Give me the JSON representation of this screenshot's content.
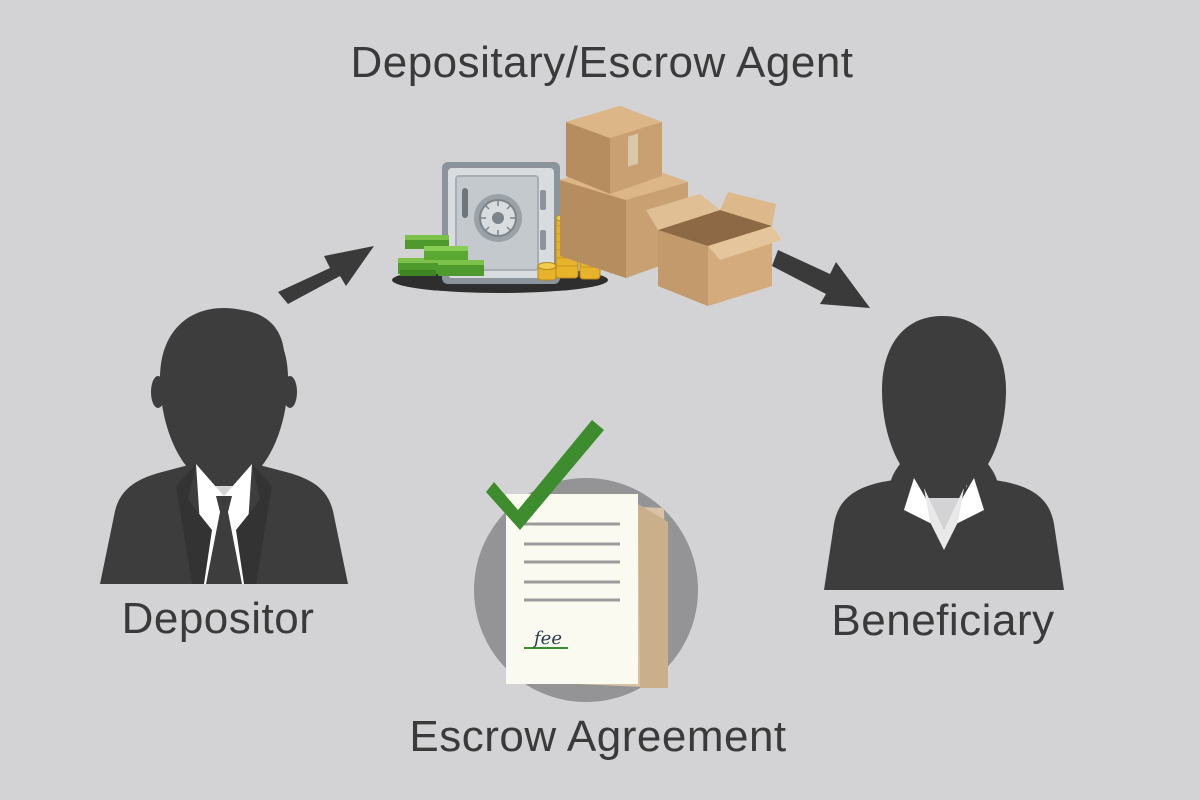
{
  "labels": {
    "agent": "Depositary/Escrow Agent",
    "depositor": "Depositor",
    "beneficiary": "Beneficiary",
    "agreement": "Escrow Agreement"
  },
  "signature": "fee",
  "colors": {
    "background": "#d3d3d5",
    "silhouette": "#3d3d3d",
    "arrow": "#3a3a3a",
    "check": "#3d8c2d",
    "money": "#5aa832",
    "gold": "#e6b32a",
    "box": "#c9a071"
  }
}
